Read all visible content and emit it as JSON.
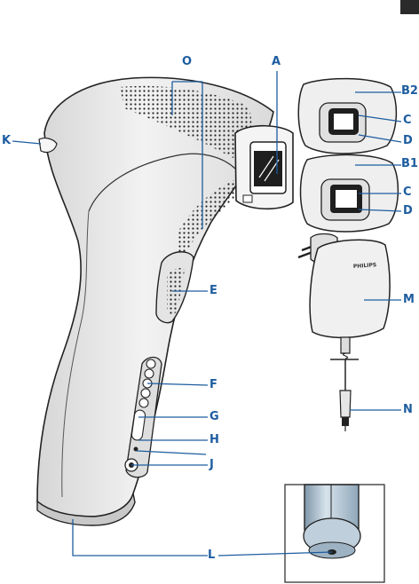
{
  "labels": {
    "O": "O",
    "A": "A",
    "B2": "B2",
    "C_top": "C",
    "D_top": "D",
    "B1": "B1",
    "C_bottom": "C",
    "D_bottom": "D",
    "K": "K",
    "E": "E",
    "M": "M",
    "F": "F",
    "G": "G",
    "H": "H",
    "J": "J",
    "N": "N",
    "L": "L"
  },
  "adapter_brand": "PHILIPS",
  "colors": {
    "label_blue": "#1d5da0",
    "line_blue": "#1d5da0",
    "outline": "#222222",
    "body_light": "#eeeeee",
    "body_mid": "#d4d4d4",
    "dark": "#1e1e1e",
    "tab": "#2a2a2a"
  },
  "icons": [
    "device-handle",
    "attachment-body",
    "attachment-bikini",
    "power-adapter",
    "inset-socket-closeup"
  ]
}
